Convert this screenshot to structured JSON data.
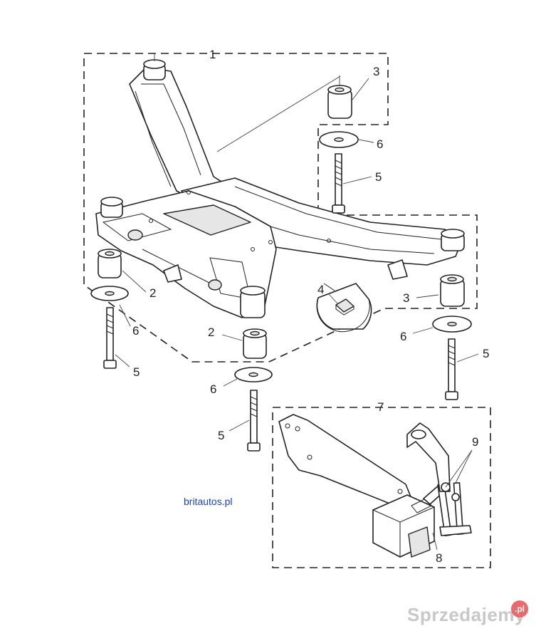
{
  "callouts": {
    "subframe": "1",
    "bush_front_left": "2",
    "bush_front_right": "2",
    "bush_rear_upper": "3",
    "bush_rear_right": "3",
    "nut": "4",
    "bolt_upper_right": "5",
    "bolt_left": "5",
    "bolt_center": "5",
    "bolt_right": "5",
    "washer_upper_right": "6",
    "washer_left": "6",
    "washer_center": "6",
    "washer_right": "6",
    "sensor_assembly": "7",
    "sensor_link": "8",
    "sensor_fasteners": "9"
  },
  "source_credit": "britautos.pl",
  "watermark": {
    "text": "Sprzedajemy",
    "badge": ".pl"
  },
  "colors": {
    "line": "#222222",
    "credit": "#1a3fc4",
    "watermark": "#c8c8c8",
    "badge": "#e86a6a"
  }
}
